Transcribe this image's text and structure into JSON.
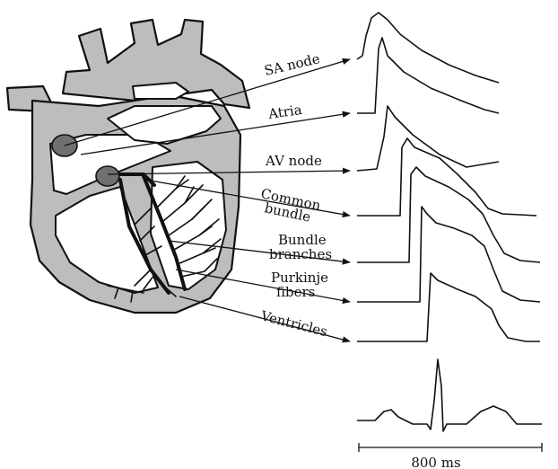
{
  "labels": {
    "sa_node": "SA node",
    "atria": "Atria",
    "av_node": "AV node",
    "common_bundle_1": "Common",
    "common_bundle_2": "bundle",
    "bundle_branches_1": "Bundle",
    "bundle_branches_2": "branches",
    "purkinje_1": "Purkinje",
    "purkinje_2": "fibers",
    "ventricles": "Ventricles"
  },
  "scale_bar": {
    "label": "800 ms"
  },
  "colors": {
    "heart_fill": "#bdbdbd",
    "node_fill": "#707070",
    "ink": "#111111"
  }
}
